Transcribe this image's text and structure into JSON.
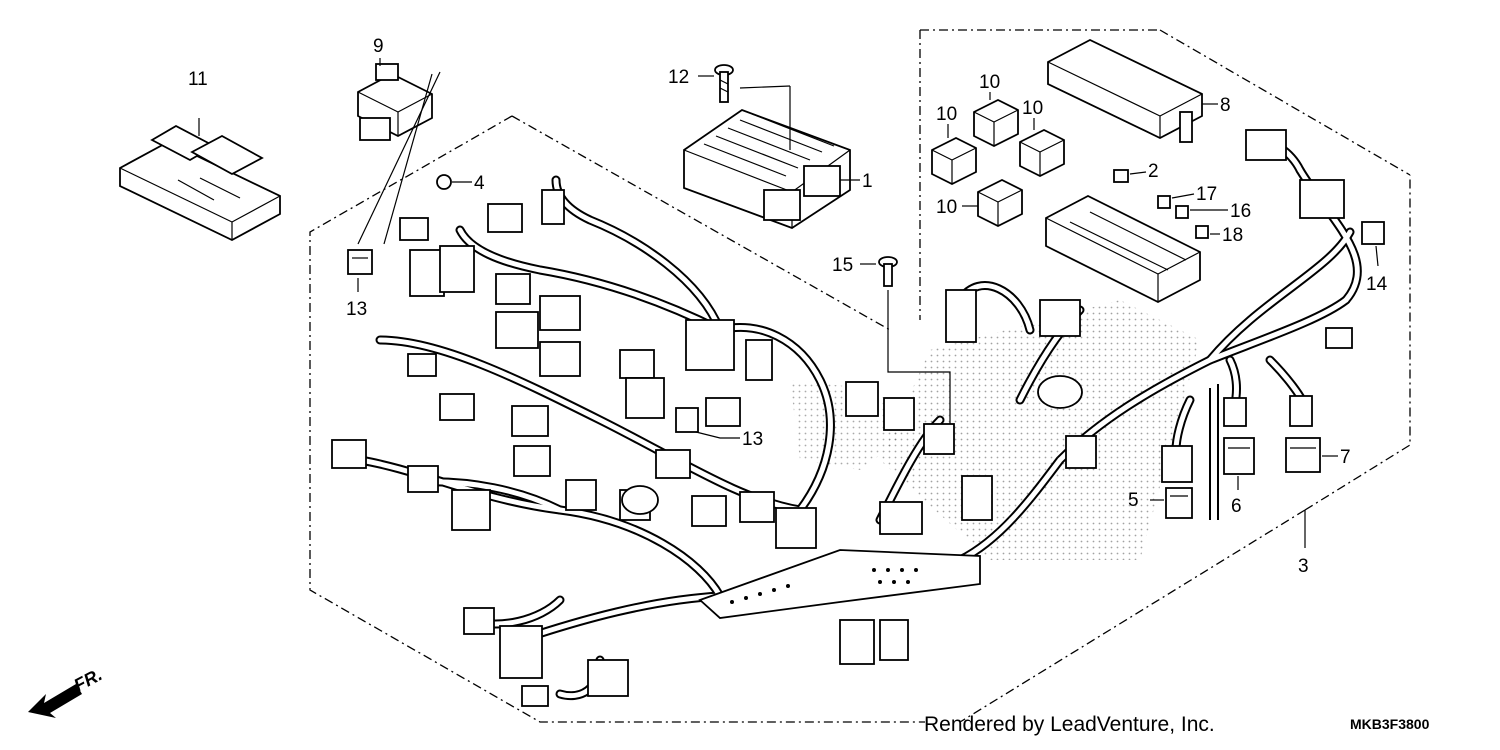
{
  "footer": {
    "credit": "Rendered by LeadVenture, Inc.",
    "diagram_code": "MKB3F3800"
  },
  "direction_marker": "FR.",
  "callouts": [
    {
      "id": "c1",
      "label": "1"
    },
    {
      "id": "c2",
      "label": "2"
    },
    {
      "id": "c3",
      "label": "3"
    },
    {
      "id": "c4",
      "label": "4"
    },
    {
      "id": "c5",
      "label": "5"
    },
    {
      "id": "c6",
      "label": "6"
    },
    {
      "id": "c7",
      "label": "7"
    },
    {
      "id": "c8",
      "label": "8"
    },
    {
      "id": "c9",
      "label": "9"
    },
    {
      "id": "c10a",
      "label": "10"
    },
    {
      "id": "c10b",
      "label": "10"
    },
    {
      "id": "c10c",
      "label": "10"
    },
    {
      "id": "c10d",
      "label": "10"
    },
    {
      "id": "c11",
      "label": "11"
    },
    {
      "id": "c12",
      "label": "12"
    },
    {
      "id": "c13a",
      "label": "13"
    },
    {
      "id": "c13b",
      "label": "13"
    },
    {
      "id": "c14",
      "label": "14"
    },
    {
      "id": "c15",
      "label": "15"
    },
    {
      "id": "c16",
      "label": "16"
    },
    {
      "id": "c17",
      "label": "17"
    },
    {
      "id": "c18",
      "label": "18"
    }
  ]
}
